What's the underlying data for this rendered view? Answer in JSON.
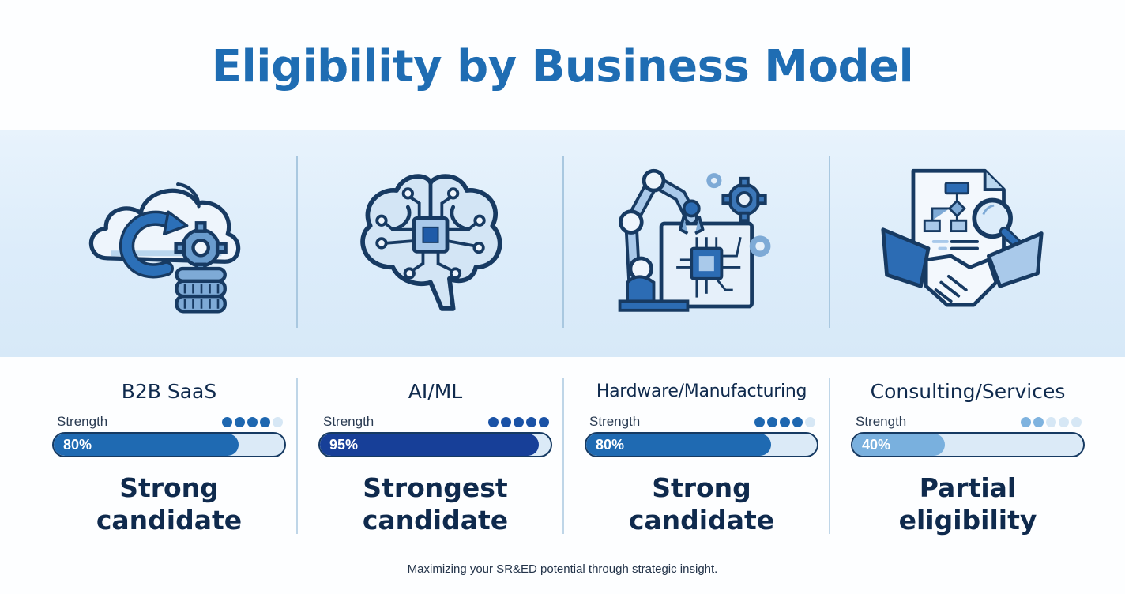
{
  "title": "Eligibility by Business Model",
  "footer": "Maximizing your SR&ED potential through strategic insight.",
  "colors": {
    "title": "#1f6db3",
    "band": "#dcecfa",
    "dark_text": "#0f2a4d",
    "bar_border": "#163a62",
    "bar_track": "#dbeaf7",
    "dot_empty": "#d6e7f5"
  },
  "columns": [
    {
      "icon": "cloud-sync-gear-coins-icon",
      "name": "B2B SaaS",
      "strength_label": "Strength",
      "dots_filled": 4,
      "dots_total": 5,
      "dot_color": "#1e67b0",
      "percent": 80,
      "percent_label": "80%",
      "bar_color": "#1f6ab2",
      "verdict_line1": "Strong",
      "verdict_line2": "candidate"
    },
    {
      "icon": "brain-circuit-chip-icon",
      "name": "AI/ML",
      "strength_label": "Strength",
      "dots_filled": 5,
      "dots_total": 5,
      "dot_color": "#1a52a6",
      "percent": 95,
      "percent_label": "95%",
      "bar_color": "#173f98",
      "verdict_line1": "Strongest",
      "verdict_line2": "candidate"
    },
    {
      "icon": "robotic-arm-circuit-gears-icon",
      "name": "Hardware/Manufacturing",
      "strength_label": "Strength",
      "dots_filled": 4,
      "dots_total": 5,
      "dot_color": "#1e67b0",
      "percent": 80,
      "percent_label": "80%",
      "bar_color": "#1f6ab2",
      "verdict_line1": "Strong",
      "verdict_line2": "candidate"
    },
    {
      "icon": "handshake-document-magnifier-icon",
      "name": "Consulting/Services",
      "strength_label": "Strength",
      "dots_filled": 2,
      "dots_total": 5,
      "dot_color": "#7fb3df",
      "percent": 40,
      "percent_label": "40%",
      "bar_color": "#79b0de",
      "verdict_line1": "Partial",
      "verdict_line2": "eligibility"
    }
  ]
}
